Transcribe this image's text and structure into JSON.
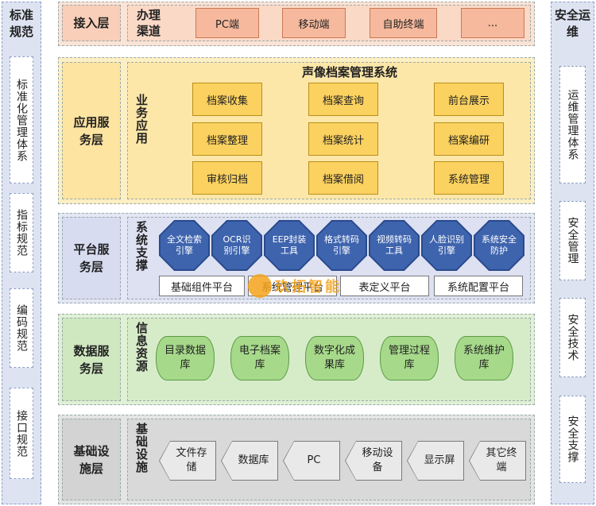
{
  "left_column": {
    "title": "标准规范",
    "items": [
      "标准化管理体系",
      "指标规范",
      "编码规范",
      "接口规范"
    ]
  },
  "right_column": {
    "title": "安全运维",
    "items": [
      "运维管理体系",
      "安全管理",
      "安全技术",
      "安全支撑"
    ]
  },
  "access_layer": {
    "label": "接入层",
    "sublabel": "办理渠道",
    "channels": [
      "PC端",
      "移动端",
      "自助终端",
      "..."
    ]
  },
  "app_layer": {
    "label": "应用服务层",
    "sublabel": "业务应用",
    "system_title": "声像档案管理系统",
    "modules": [
      "档案收集",
      "档案查询",
      "前台展示",
      "档案整理",
      "档案统计",
      "档案编研",
      "审核归档",
      "档案借阅",
      "系统管理"
    ]
  },
  "platform_layer": {
    "label": "平台服务层",
    "sublabel": "系统支撑",
    "engines": [
      "全文检索引擎",
      "OCR识别引擎",
      "EEP封装工具",
      "格式转码引擎",
      "视频转码工具",
      "人脸识别引擎",
      "系统安全防护"
    ],
    "bars": [
      "基础组件平台",
      "系统管理平台",
      "表定义平台",
      "系统配置平台"
    ]
  },
  "data_layer": {
    "label": "数据服务层",
    "sublabel": "信息资源",
    "databases": [
      "目录数据库",
      "电子档案库",
      "数字化成果库",
      "管理过程库",
      "系统维护库"
    ]
  },
  "infra_layer": {
    "label": "基础设施层",
    "sublabel": "基础设施",
    "items": [
      "文件存储",
      "数据库",
      "PC",
      "移动设备",
      "显示屏",
      "其它终端"
    ]
  },
  "watermark": "玖拓智能",
  "colors": {
    "access": "#f9dccd",
    "app": "#fde9b0",
    "platform": "#dfe3f4",
    "data": "#dcefd0",
    "infra": "#e2e2e2",
    "side": "#dde3f1"
  }
}
